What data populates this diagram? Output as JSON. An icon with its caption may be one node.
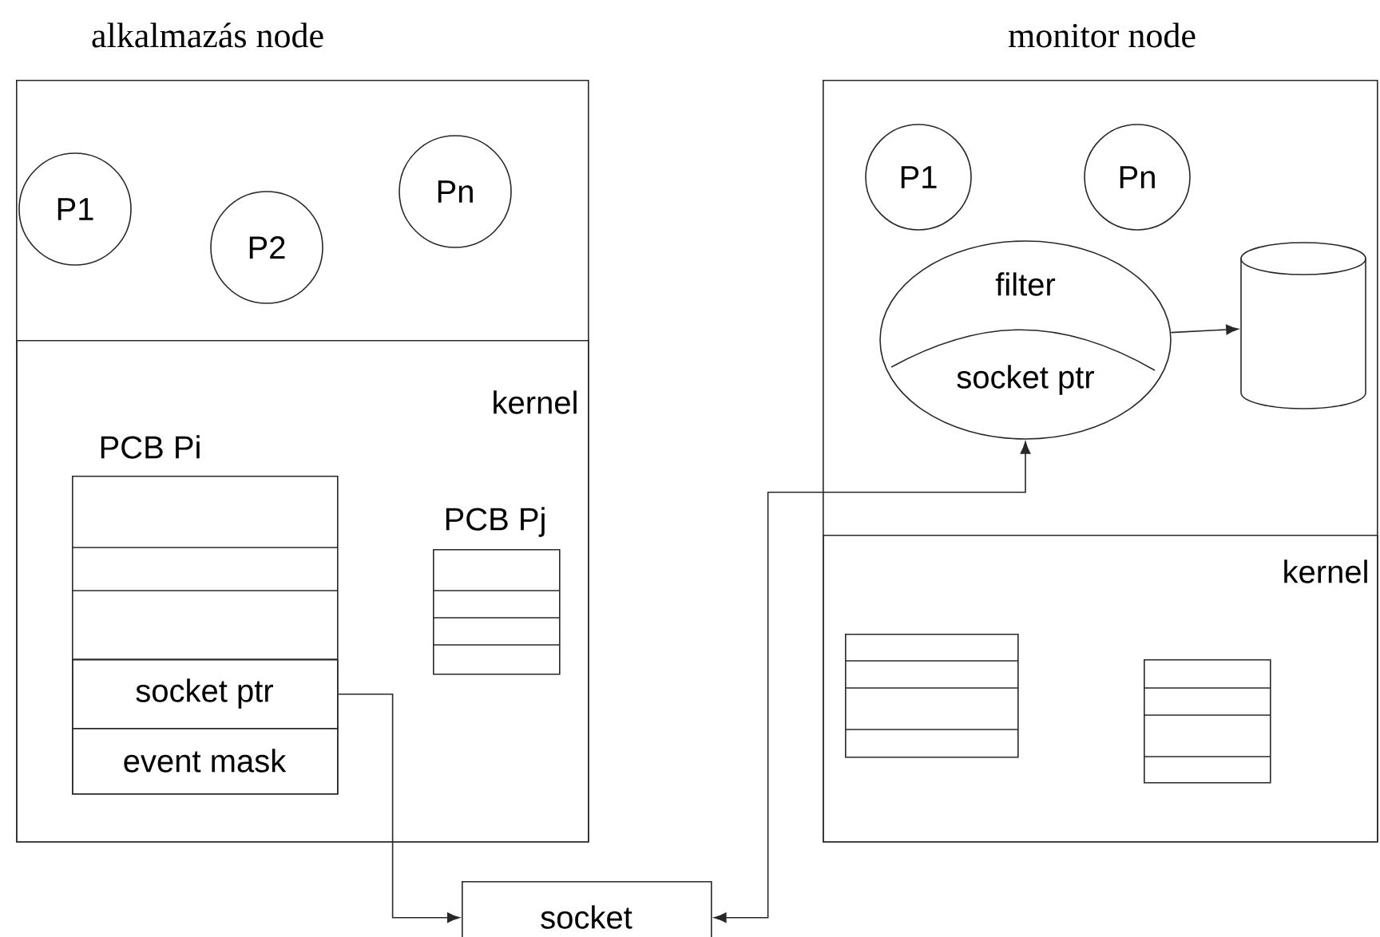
{
  "diagram": {
    "nodes": [
      {
        "text": [
          "alkalmazás node"
        ]
      },
      {
        "text": [
          "P1"
        ],
        "in": 0
      },
      {
        "text": [
          "P2"
        ],
        "in": 0
      },
      {
        "text": [
          "Pn"
        ],
        "in": 0
      },
      {
        "text": [
          "kernel"
        ],
        "in": 0
      },
      {
        "text": [
          "PCB Pi"
        ],
        "in": 4
      },
      {
        "text": [
          "socket ptr"
        ],
        "in": 5
      },
      {
        "text": [
          "event mask"
        ],
        "in": 5
      },
      {
        "text": [
          "PCB Pj"
        ],
        "in": 4
      },
      {
        "text": [
          "monitor node"
        ]
      },
      {
        "text": [
          "P1"
        ],
        "in": 9
      },
      {
        "text": [
          "Pn"
        ],
        "in": 9
      },
      {
        "text": [
          "filter",
          "socket ptr"
        ],
        "in": 9
      },
      {
        "text": [],
        "shape": "cylinder",
        "in": 9
      },
      {
        "text": [
          "kernel"
        ],
        "in": 9
      },
      {
        "text": [],
        "shape": "box",
        "in": 14
      },
      {
        "text": [],
        "shape": "box",
        "in": 14
      },
      {
        "text": [
          "socket"
        ]
      }
    ],
    "edges": [
      {
        "from": 6,
        "to": 17,
        "arrow": "to"
      },
      {
        "from": 17,
        "to": 12,
        "arrow": "both"
      },
      {
        "from": 12,
        "to": 13,
        "arrow": "to"
      }
    ]
  }
}
